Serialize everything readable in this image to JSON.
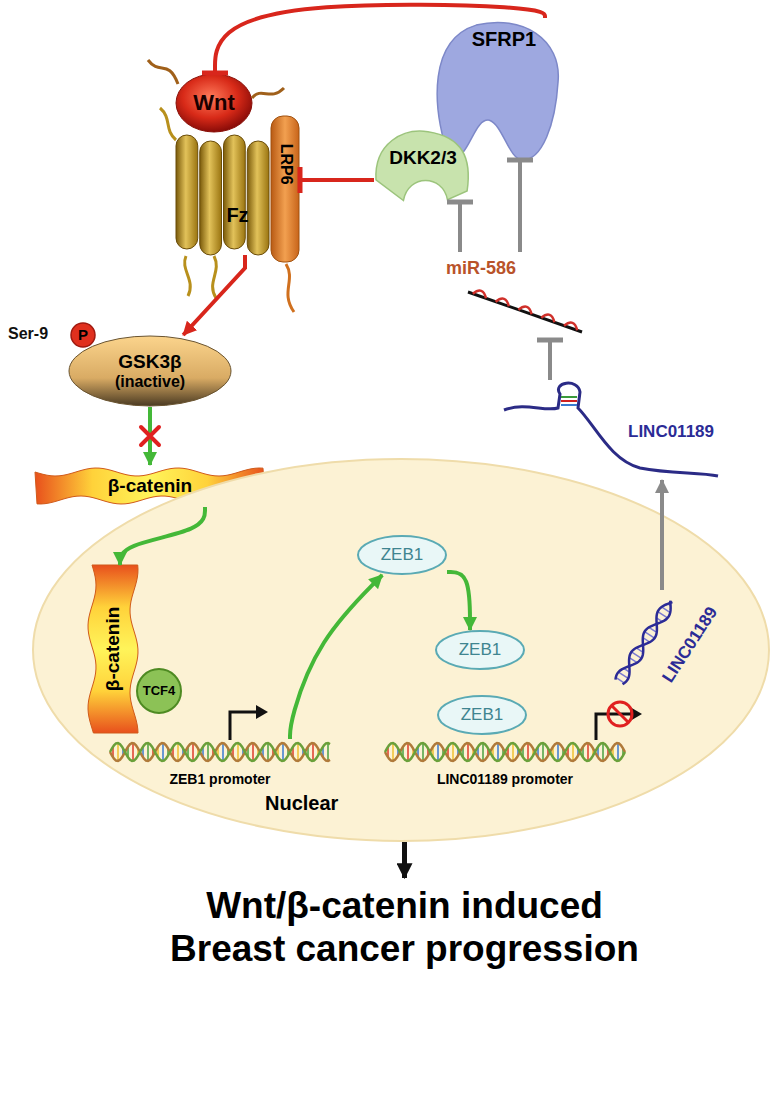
{
  "diagram": {
    "nodes": [
      {
        "text": [
          "Wnt"
        ]
      },
      {
        "text": [
          "SFRP1"
        ]
      },
      {
        "text": [
          "DKK2/3"
        ]
      },
      {
        "text": [
          "Fz"
        ]
      },
      {
        "text": [
          "LRP6"
        ]
      },
      {
        "text": [
          "miR-586"
        ]
      },
      {
        "text": [
          "LINC01189"
        ]
      },
      {
        "text": [
          "P"
        ]
      },
      {
        "text": [
          "GSK3β",
          "(inactive)"
        ]
      },
      {
        "text": [
          "β-catenin"
        ]
      },
      {
        "text": [
          "Nuclear"
        ]
      },
      {
        "text": [
          "β-catenin"
        ],
        "in": 10
      },
      {
        "text": [
          "TCF4"
        ],
        "in": 10
      },
      {
        "text": [
          "ZEB1 promoter"
        ],
        "in": 10
      },
      {
        "text": [
          "ZEB1"
        ],
        "in": 10
      },
      {
        "text": [
          "ZEB1"
        ],
        "in": 10
      },
      {
        "text": [
          "ZEB1"
        ],
        "in": 10
      },
      {
        "text": [
          "LINC01189 promoter"
        ],
        "in": 10
      },
      {
        "text": [
          "LINC01189"
        ],
        "in": 10
      },
      {
        "text": [
          "Wnt/β-catenin induced Breast cancer progression"
        ]
      }
    ],
    "edges": [
      {
        "from": 1,
        "to": 0,
        "arrow": "to"
      },
      {
        "from": 2,
        "to": 4,
        "arrow": "to"
      },
      {
        "from": 3,
        "to": 8,
        "arrow": "to"
      },
      {
        "from": 8,
        "to": 9,
        "arrow": "to"
      },
      {
        "from": 9,
        "to": 11,
        "arrow": "to"
      },
      {
        "from": 13,
        "to": 14,
        "arrow": "to"
      },
      {
        "from": 14,
        "to": 15,
        "arrow": "to"
      },
      {
        "from": 18,
        "to": 6,
        "arrow": "to"
      },
      {
        "from": 6,
        "to": 5,
        "arrow": "to"
      },
      {
        "from": 5,
        "to": 2,
        "arrow": "to"
      },
      {
        "from": 5,
        "to": 1,
        "arrow": "to"
      },
      {
        "from": 10,
        "to": 19,
        "arrow": "to"
      }
    ],
    "labels": [
      "Ser-9"
    ]
  }
}
